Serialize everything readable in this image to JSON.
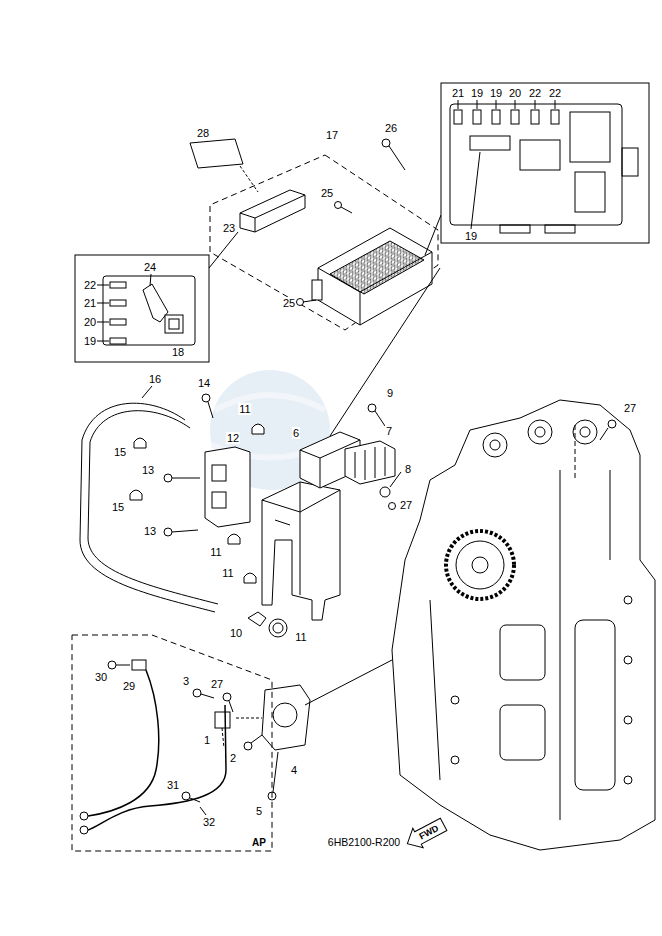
{
  "diagram": {
    "nodes": [
      {
        "text": [
          "AP"
        ]
      },
      {
        "text": [
          "FWD"
        ]
      }
    ],
    "labels": [
      "21",
      "19",
      "19",
      "20",
      "22",
      "22",
      "19",
      "28",
      "17",
      "26",
      "25",
      "23",
      "25",
      "24",
      "22",
      "21",
      "20",
      "19",
      "18",
      "16",
      "14",
      "9",
      "27",
      "11",
      "12",
      "6",
      "7",
      "15",
      "13",
      "8",
      "15",
      "27",
      "13",
      "11",
      "11",
      "10",
      "11",
      "30",
      "3",
      "27",
      "29",
      "1",
      "2",
      "4",
      "31",
      "32",
      "5",
      "6HB2100-R200"
    ]
  }
}
